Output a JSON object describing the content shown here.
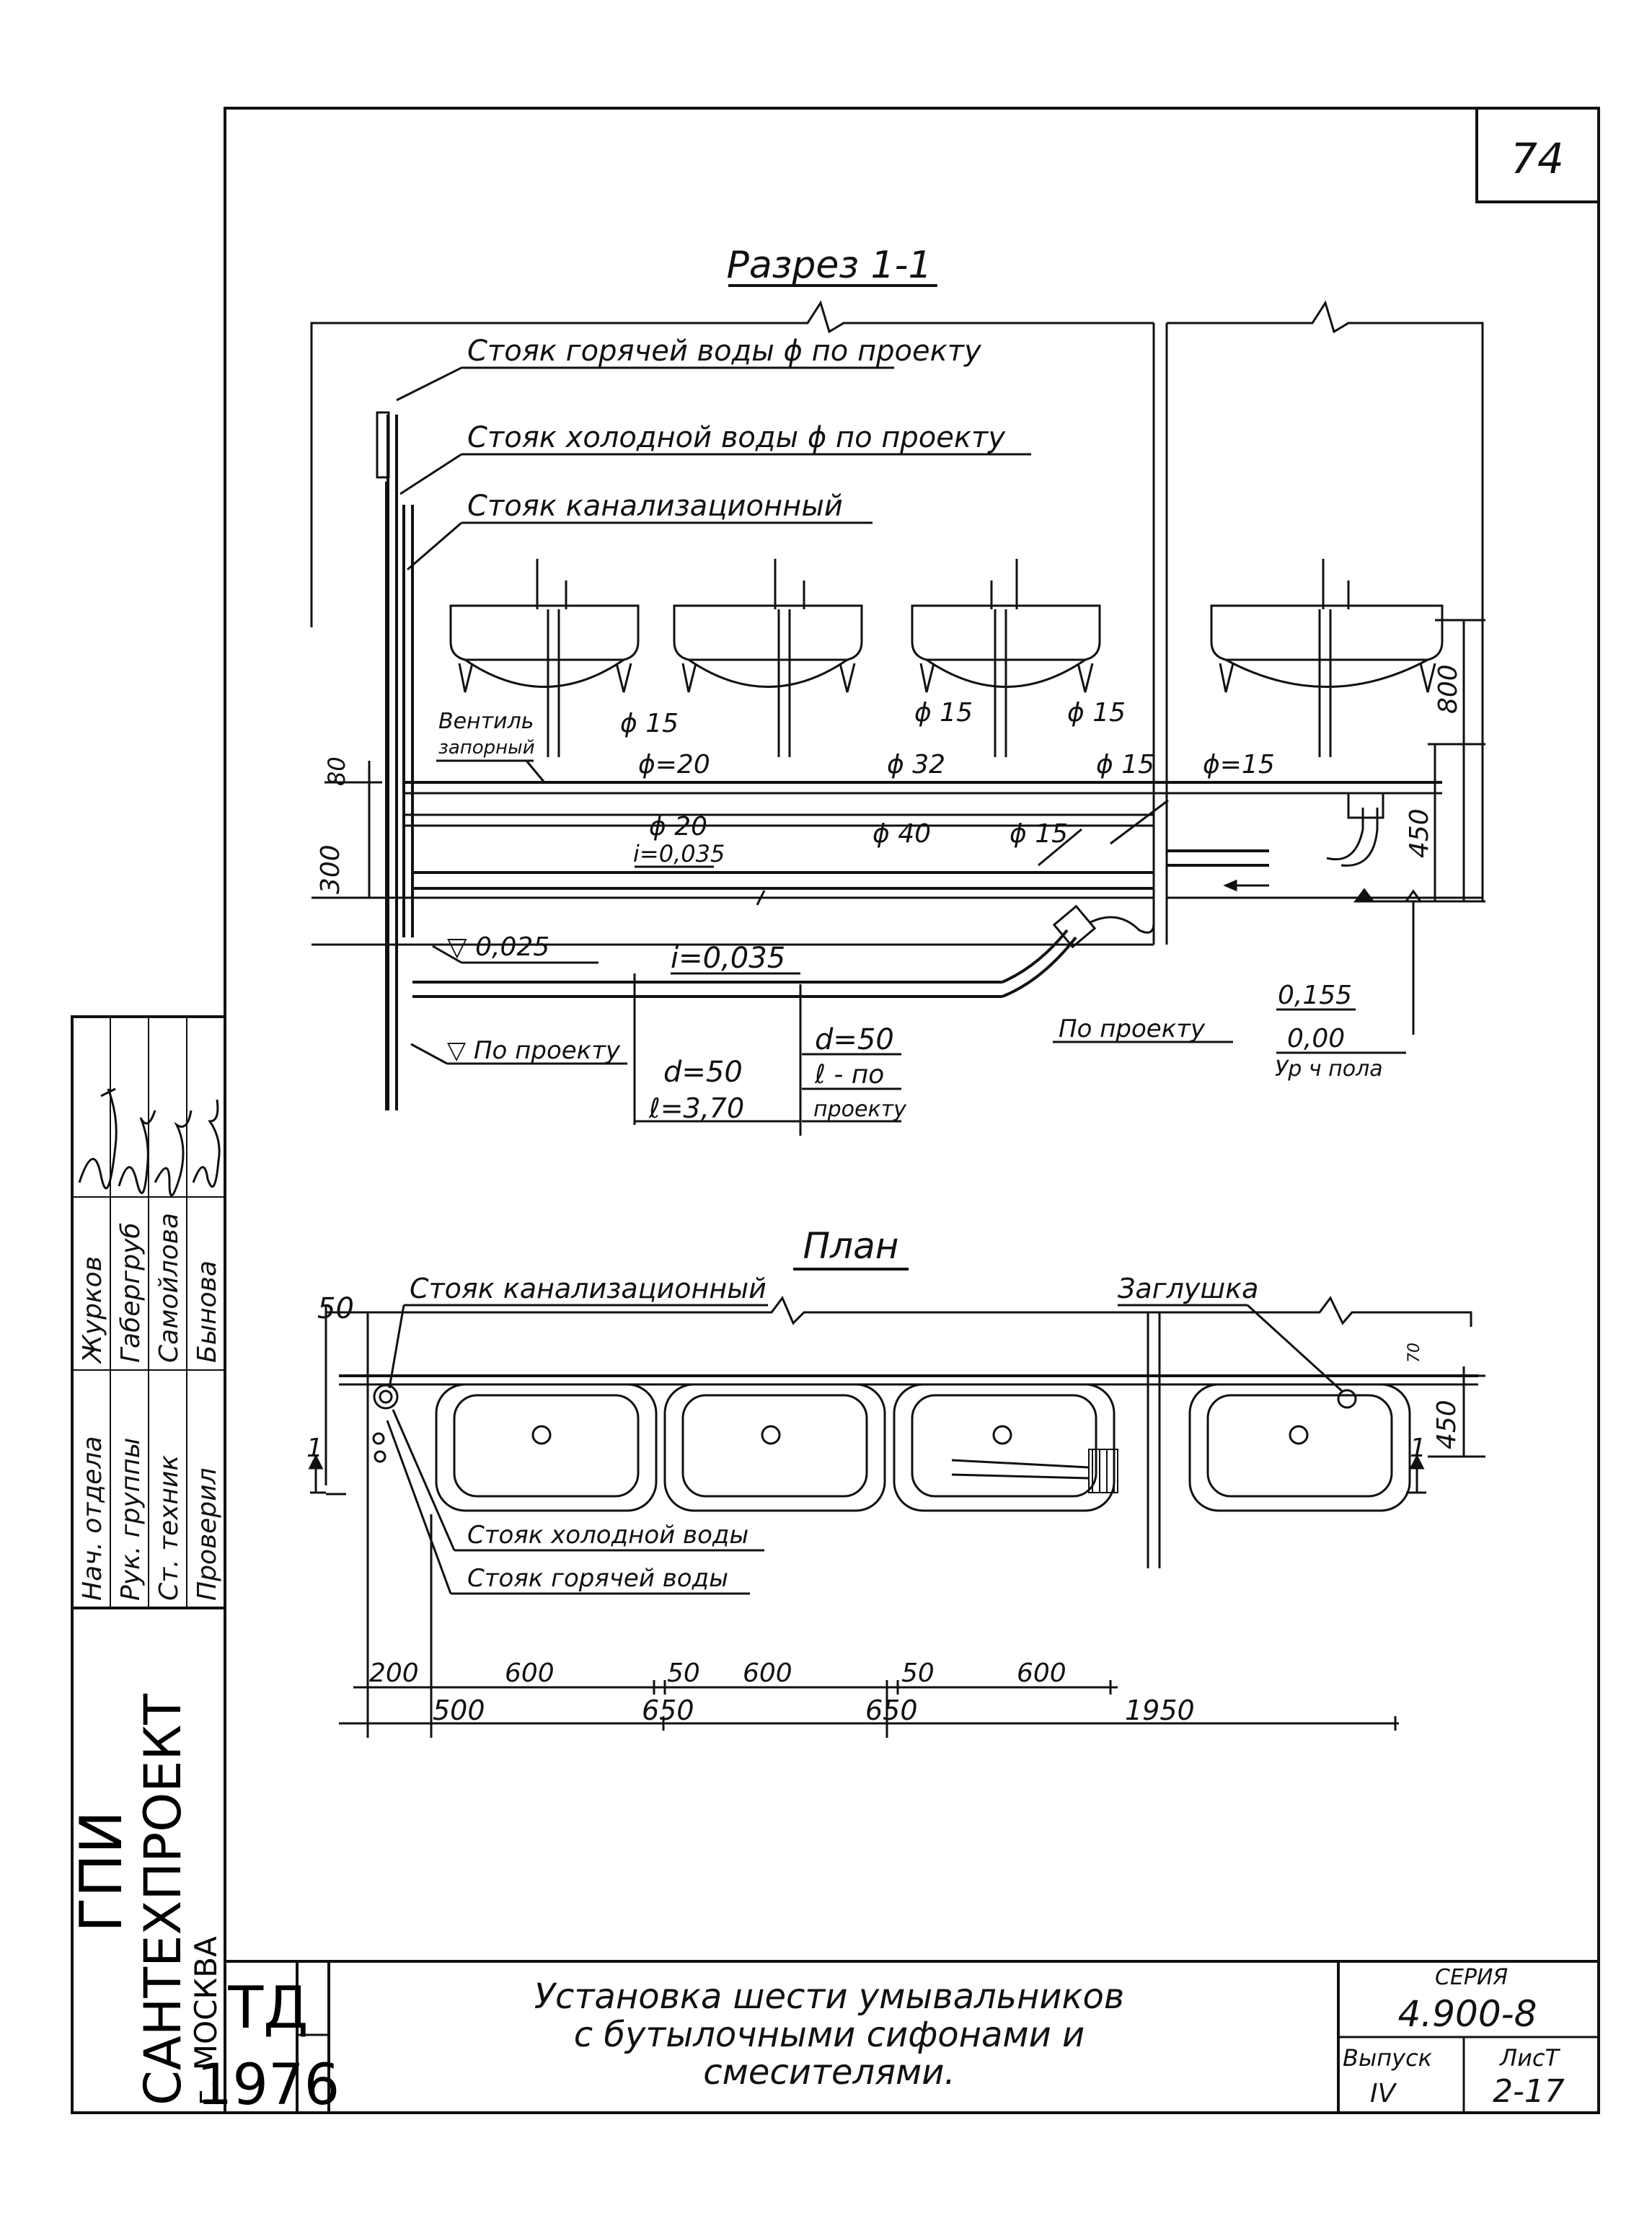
{
  "sheet": {
    "page_number": "74",
    "series_label": "СЕРИЯ",
    "series_value": "4.900-8",
    "issue_label": "Выпуск",
    "issue_value": "IV",
    "sheet_label": "ЛисТ",
    "sheet_value": "2-17",
    "td_label": "ТД",
    "year": "1976",
    "title_lines": [
      "Установка шести умывальников",
      "с бутылочными сифонами и",
      "смесителями."
    ]
  },
  "org": {
    "lines": [
      "ГПИ",
      "САНТЕХПРОЕКТ",
      "г. МОСКВА"
    ]
  },
  "stamp": {
    "roles": [
      "Нач. отдела",
      "Рук. группы",
      "Ст. техник",
      "Проверил"
    ],
    "names": [
      "Журков",
      "Габергруб",
      "Самойлова",
      "Бынова"
    ]
  },
  "section": {
    "title": "Разрез 1-1",
    "callouts": {
      "hot_riser": "Стояк горячей воды ϕ по проекту",
      "cold_riser": "Стояк холодной воды ϕ по проекту",
      "sewer_riser": "Стояк канализационный",
      "valve_line1": "Вентиль",
      "valve_line2": "запорный"
    },
    "pipe_labels": [
      "ϕ 15",
      "ϕ 15",
      "ϕ 15",
      "ϕ=20",
      "ϕ 32",
      "ϕ 15",
      "ϕ=15",
      "ϕ 20",
      "ϕ 40",
      "ϕ 15"
    ],
    "slope_upper": "i=0,035",
    "slope_lower": "i=0,035",
    "dims": {
      "d80": "80",
      "d300": "300",
      "d800": "800",
      "d450": "450"
    },
    "levels": {
      "lvl_0025": "▽ 0,025",
      "lvl_proj_left": "▽ По проекту",
      "lvl_proj_right": "По проекту",
      "lvl_0155": "0,155",
      "lvl_000": "0,00",
      "floor": "Ур ч пола"
    },
    "drain_left": {
      "d": "d=50",
      "l": "ℓ=3,70"
    },
    "drain_right": {
      "d": "d=50",
      "l": "ℓ - по",
      "l2": "проекту"
    }
  },
  "plan": {
    "title": "План",
    "callouts": {
      "sewer_riser": "Стояк канализационный",
      "plug": "Заглушка",
      "cold_riser": "Стояк холодной воды",
      "hot_riser": "Стояк горячей воды"
    },
    "dims_top": {
      "d50": "50",
      "d70": "70",
      "d450": "450"
    },
    "dims_row1": [
      "200",
      "600",
      "50",
      "600",
      "50",
      "600"
    ],
    "dims_row2": [
      "500",
      "650",
      "650",
      "1950"
    ],
    "section_marks": [
      "1",
      "1"
    ]
  }
}
